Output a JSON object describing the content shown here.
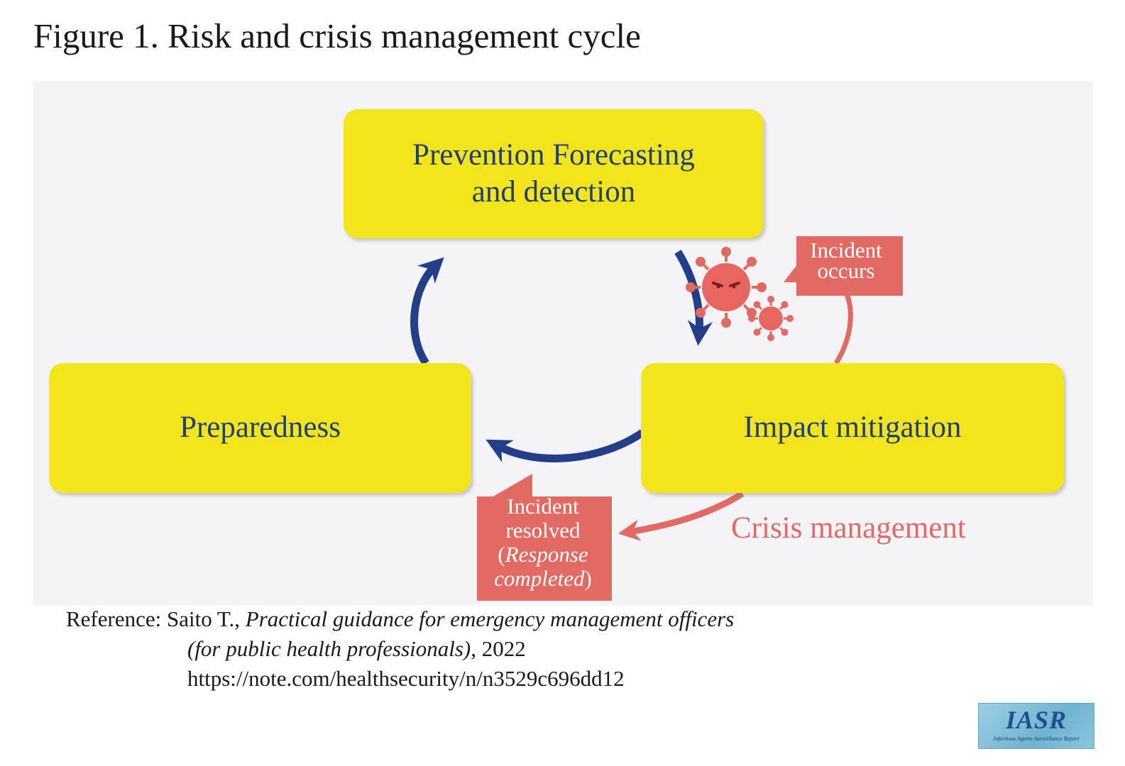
{
  "figure": {
    "title": "Figure 1. Risk and crisis management cycle"
  },
  "diagram": {
    "stages": {
      "prevention_line1": "Prevention Forecasting",
      "prevention_line2": "and detection",
      "preparedness": "Preparedness",
      "impact": "Impact mitigation"
    },
    "callouts": {
      "occurs_line1": "Incident",
      "occurs_line2": "occurs",
      "resolved_line1": "Incident",
      "resolved_line2": "resolved",
      "resolved_paren_open": "(",
      "resolved_italic1": "Response",
      "resolved_italic2": "completed",
      "resolved_paren_close": ")"
    },
    "crisis_label": "Crisis management",
    "colors": {
      "stage_fill": "#f4e41c",
      "stage_text": "#1e3f78",
      "cycle_arrow": "#243f8a",
      "crisis": "#e26a63",
      "panel": "#f3f3f8"
    },
    "icons": [
      "virus-icon",
      "virus-small-icon"
    ]
  },
  "reference": {
    "label": "Reference: Saito T., ",
    "title_part1": "Practical guidance for emergency management officers",
    "title_part2": "(for public health professionals)",
    "year": ", 2022",
    "url": "https://note.com/healthsecurity/n/n3529c696dd12"
  },
  "logo": {
    "main": "IASR",
    "sub": "Infectious Agents Surveillance Report"
  }
}
